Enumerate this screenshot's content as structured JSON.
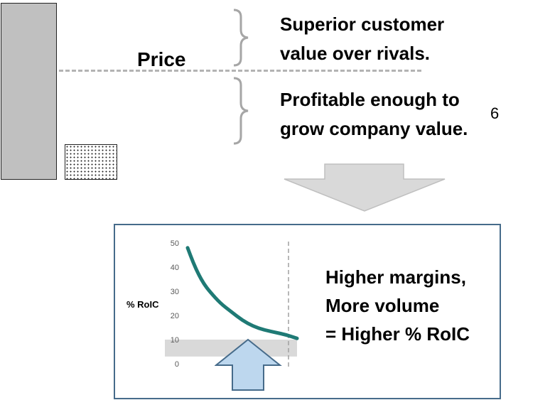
{
  "price_label": "Price",
  "brace_texts": {
    "upper": [
      "Superior customer",
      "value over rivals."
    ],
    "lower": [
      "Profitable enough to",
      "grow company value."
    ]
  },
  "footnote": "6",
  "conclusion": [
    "Higher margins,",
    "More volume",
    "= Higher % RoIC"
  ],
  "colors": {
    "bar_fill": "#c0c0c0",
    "dashed_line": "#b3b3b3",
    "curve": "#1f7a75",
    "box_border": "#466b8a",
    "up_arrow_fill": "#bdd7ee",
    "up_arrow_stroke": "#466b8a",
    "band": "#d9d9d9"
  },
  "chart_data": {
    "type": "line",
    "ylabel": "% RoIC",
    "ylim": [
      0,
      50
    ],
    "yticks": [
      "0",
      "10",
      "20",
      "30",
      "40",
      "50"
    ],
    "band": [
      3,
      10
    ],
    "series": [
      {
        "x": [
          0,
          0.05,
          0.1,
          0.15,
          0.2,
          0.3,
          0.4,
          0.5,
          0.6,
          0.7,
          0.8,
          0.9,
          1.0
        ],
        "y": [
          48,
          42,
          37,
          33,
          30,
          25,
          21.5,
          18,
          15.5,
          14,
          13,
          12,
          10.5
        ]
      }
    ]
  }
}
